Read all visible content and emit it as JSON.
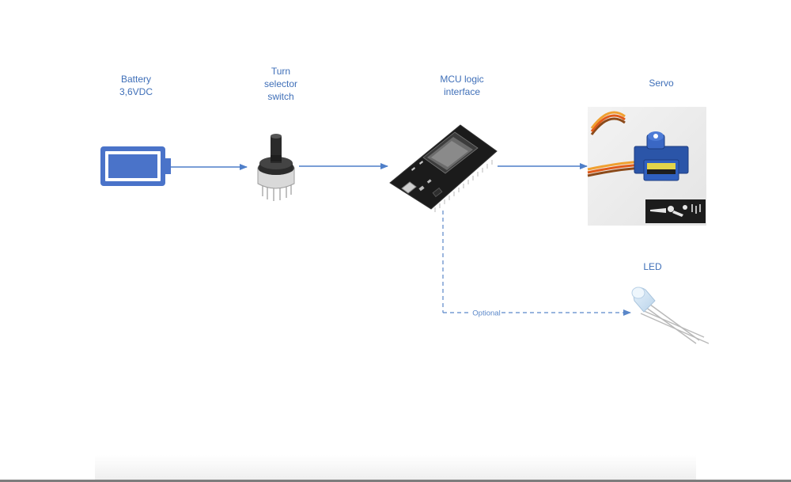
{
  "labels": {
    "battery": [
      "Battery",
      "3,6VDC"
    ],
    "switch": [
      "Turn",
      "selector",
      "switch"
    ],
    "mcu": [
      "MCU logic",
      "interface"
    ],
    "servo": "Servo",
    "led": "LED",
    "optional": "Optional"
  },
  "colors": {
    "label": "#3f6fb8",
    "arrow": "#4f7fc9",
    "battery": "#4a73c9",
    "dashed": "#5a87c9"
  }
}
